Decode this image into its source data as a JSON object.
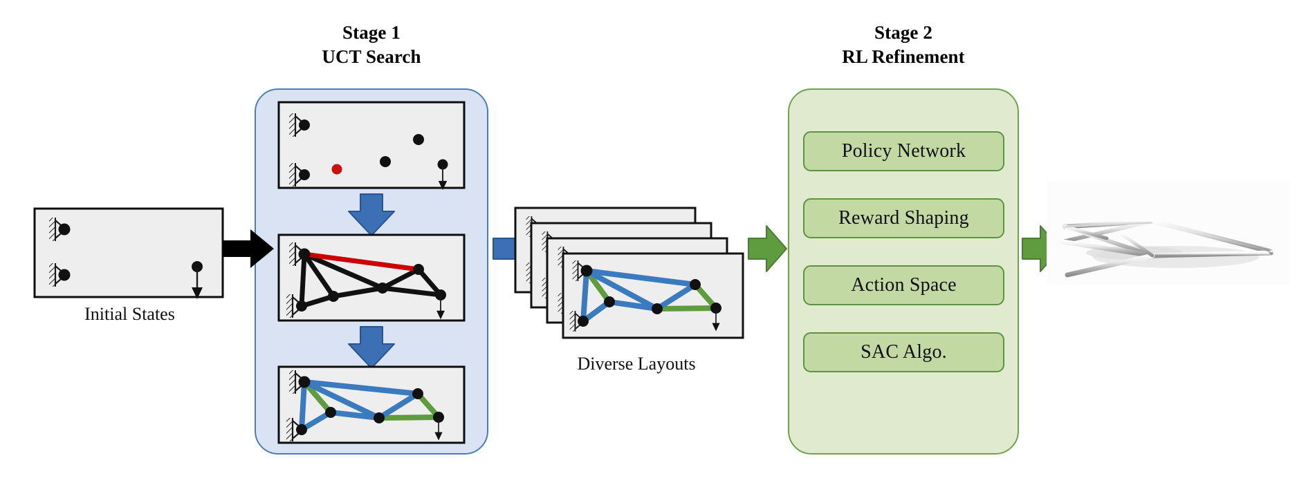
{
  "figure": {
    "type": "pipeline-diagram",
    "title_absent": true,
    "background": "#ffffff"
  },
  "colors": {
    "stage1_fill": "#d9e3f3",
    "stage1_border": "#4a7ebb",
    "stage2_fill": "#dfeace",
    "stage2_border": "#6fa34a",
    "panel_fill": "#eeeeee",
    "panel_border": "#0d0d0d",
    "blue_arrow": "#3d6fb4",
    "blue_arrow_border": "#2a5490",
    "green_arrow": "#5f9c3f",
    "green_arrow_border": "#4a7d31",
    "black_arrow": "#000000",
    "member_blue": "#3a7bbf",
    "member_green": "#5f9c3f",
    "member_black": "#111111",
    "member_red": "#cc0000",
    "node_black": "#111111",
    "node_red": "#cc1111",
    "button_fill": "#c2d9a4",
    "button_border": "#5e9140",
    "render_metal_light": "#f2f2f2",
    "render_metal_dark": "#9a9a9a"
  },
  "stage1": {
    "title_line1": "Stage 1",
    "title_line2": "UCT Search",
    "panels": [
      {
        "name": "node-scatter-panel",
        "description": "candidate node sampling",
        "supports": 2,
        "free_nodes": 3,
        "candidate_nodes_red": 1,
        "load_nodes": 1
      },
      {
        "name": "black-truss-panel",
        "description": "intermediate truss with highlighted new member",
        "members_black": 8,
        "members_red": 1,
        "nodes": 6
      },
      {
        "name": "colored-truss-panel",
        "description": "final UCT truss with sized members",
        "members_blue": 7,
        "members_green": 3,
        "nodes": 6
      }
    ]
  },
  "initial": {
    "caption": "Initial States",
    "panel_name": "initial-state-panel",
    "supports": 2,
    "load_nodes": 1
  },
  "diverse": {
    "caption": "Diverse Layouts",
    "card_count": 4,
    "front_card_members_blue": 7,
    "front_card_members_green": 3
  },
  "stage2": {
    "title_line1": "Stage 2",
    "title_line2": "RL Refinement",
    "buttons": [
      {
        "label": "Policy Network"
      },
      {
        "label": "Reward Shaping"
      },
      {
        "label": "Action Space"
      },
      {
        "label": "SAC Algo."
      }
    ]
  },
  "output": {
    "name": "final-3d-truss-render",
    "description": "rendered 3D optimized truss structure"
  },
  "arrows": [
    {
      "name": "arrow-initial-to-stage1",
      "direction": "right",
      "color": "#000000"
    },
    {
      "name": "arrow-scatter-to-truss",
      "direction": "down",
      "color": "#3d6fb4"
    },
    {
      "name": "arrow-truss-to-colored",
      "direction": "down",
      "color": "#3d6fb4"
    },
    {
      "name": "arrow-stage1-to-layouts",
      "direction": "right",
      "color": "#3d6fb4"
    },
    {
      "name": "arrow-layouts-to-stage2",
      "direction": "right",
      "color": "#5f9c3f"
    },
    {
      "name": "arrow-stage2-to-output",
      "direction": "right",
      "color": "#5f9c3f"
    }
  ]
}
